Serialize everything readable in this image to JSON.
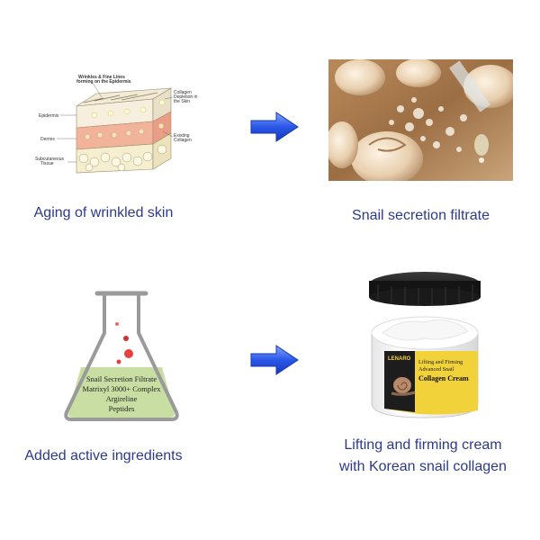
{
  "steps": [
    {
      "caption": "Aging of wrinkled skin",
      "diagram_labels": {
        "wrinkles_1": "Wrinkles & Fine Lines",
        "wrinkles_2": "forming on the Epidermis",
        "collagen_1": "Collagen",
        "collagen_2": "Depletion in",
        "collagen_3": "the Skin",
        "epidermis": "Epidermis",
        "dermis": "Dermis",
        "subcut_1": "Subcutaneous",
        "subcut_2": "Tissue",
        "existing_1": "Existing",
        "existing_2": "Collagen"
      }
    },
    {
      "caption": "Snail secretion filtrate"
    },
    {
      "caption": "Added active ingredients",
      "flask_lines": [
        "Snail Secretion Filtrate",
        "Matrixyl 3000+ Complex",
        "Argireline",
        "Peptides"
      ]
    },
    {
      "caption_line1": "Lifting and firming cream",
      "caption_line2": "with Korean snail collagen",
      "product_label": {
        "brand": "LENARO",
        "line1": "Lifting and Firming",
        "line2": "Advanced Snail",
        "line3": "Collagen Cream"
      }
    }
  ],
  "colors": {
    "caption_text": "#2b3a8c",
    "arrow_blue": "#2a57e8",
    "flask_liquid": "#c9dea3",
    "label_yellow": "#f2d23a"
  },
  "icons": [
    "right-arrow-icon",
    "right-arrow-icon"
  ]
}
